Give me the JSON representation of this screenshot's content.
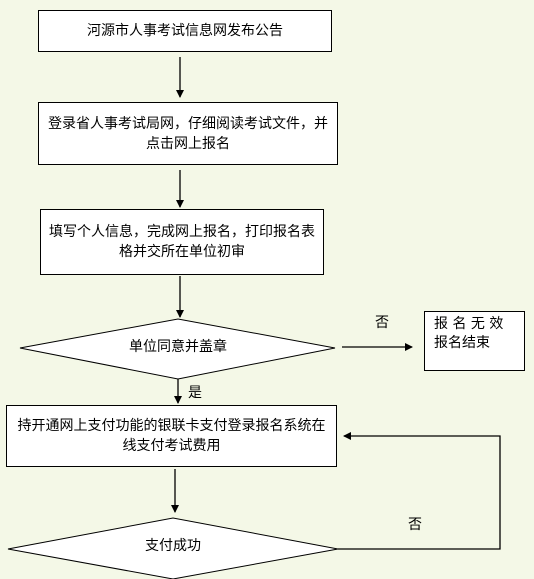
{
  "flowchart": {
    "step1": "河源市人事考试信息网发布公告",
    "step2": "登录省人事考试局网，仔细阅读考试文件，并点击网上报名",
    "step3": "填写个人信息，完成网上报名，打印报名表格并交所在单位初审",
    "decision1": "单位同意并盖章",
    "decision1_no": "否",
    "decision1_yes": "是",
    "invalid_box": "报 名 无 效 报名结束",
    "step4": "持开通网上支付功能的银联卡支付登录报名系统在线支付考试费用",
    "decision2": "支付成功",
    "decision2_no": "否"
  }
}
